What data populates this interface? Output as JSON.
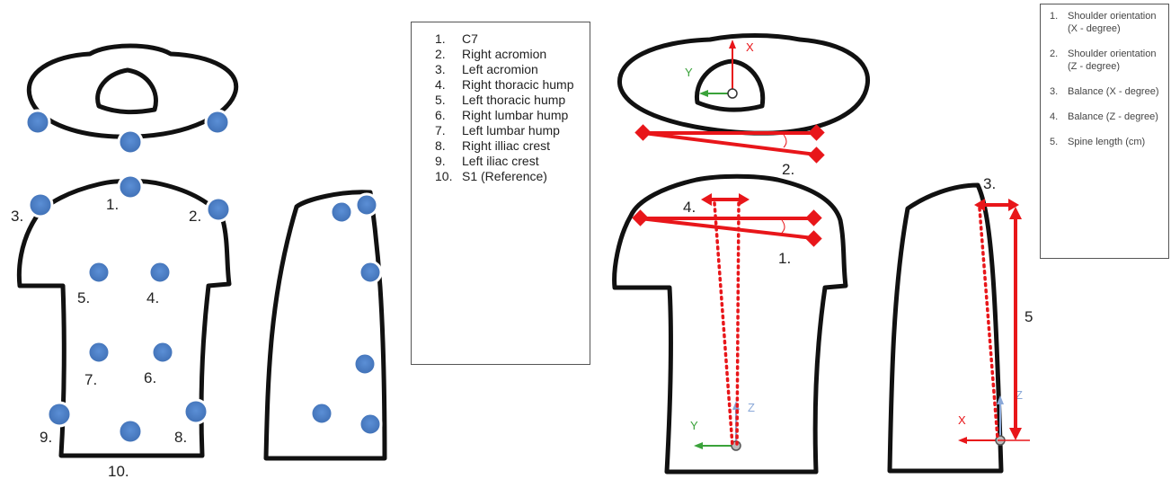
{
  "marker_color": "#4a7fc6",
  "measure_color": "#e8161a",
  "axis_colors": {
    "x": "#e8161a",
    "y": "#3aa23a",
    "z": "#8aa8d8"
  },
  "left_figure": {
    "labels": [
      "1.",
      "2.",
      "3.",
      "4.",
      "5.",
      "6.",
      "7.",
      "8.",
      "9.",
      "10."
    ]
  },
  "legend_markers": {
    "items": [
      {
        "num": "1.",
        "text": "C7"
      },
      {
        "num": "2.",
        "text": "Right acromion"
      },
      {
        "num": "3.",
        "text": "Left acromion"
      },
      {
        "num": "4.",
        "text": "Right thoracic hump"
      },
      {
        "num": "5.",
        "text": "Left thoracic hump"
      },
      {
        "num": "6.",
        "text": "Right lumbar hump"
      },
      {
        "num": "7.",
        "text": "Left lumbar hump"
      },
      {
        "num": "8.",
        "text": "Right illiac crest"
      },
      {
        "num": "9.",
        "text": "Left iliac crest"
      },
      {
        "num": "10.",
        "text": "S1 (Reference)"
      }
    ]
  },
  "right_figure": {
    "labels": {
      "m1": "1.",
      "m2": "2.",
      "m3": "3.",
      "m4": "4.",
      "m5": "5"
    },
    "axes": {
      "x": "X",
      "y": "Y",
      "z": "Z"
    }
  },
  "legend_measures": {
    "items": [
      {
        "num": "1.",
        "text": "Shoulder orientation (X - degree)"
      },
      {
        "num": "2.",
        "text": "Shoulder orientation (Z - degree)"
      },
      {
        "num": "3.",
        "text": "Balance (X - degree)"
      },
      {
        "num": "4.",
        "text": "Balance (Z - degree)"
      },
      {
        "num": "5.",
        "text": "Spine length (cm)"
      }
    ]
  }
}
